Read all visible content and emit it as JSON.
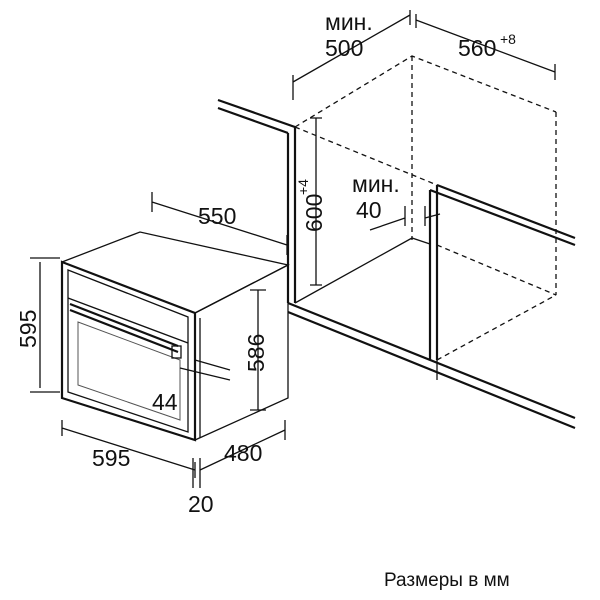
{
  "colors": {
    "line": "#111111",
    "background": "#ffffff"
  },
  "dimensions": {
    "niche_depth_label": "мин.",
    "niche_depth_value": "500",
    "niche_width_value": "560",
    "niche_width_tolerance": "+8",
    "niche_height_value": "600",
    "niche_height_tolerance": "+4",
    "side_gap_label": "мин.",
    "side_gap_value": "40",
    "oven_top_depth": "550",
    "oven_height": "595",
    "oven_inner_height": "586",
    "handle_offset": "44",
    "oven_width": "595",
    "oven_depth": "480",
    "front_thickness": "20"
  },
  "caption": "Размеры в мм"
}
